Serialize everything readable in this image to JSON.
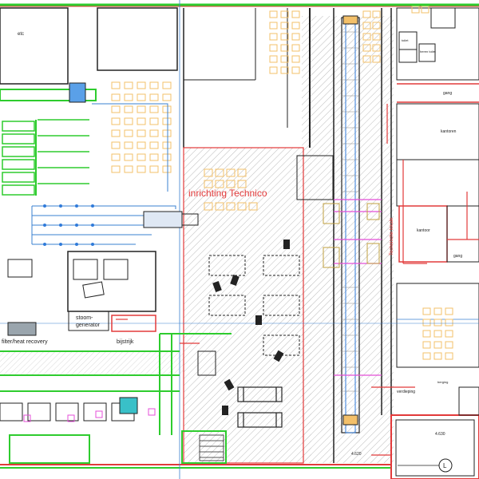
{
  "labels": {
    "room_title": "inrichting Technico",
    "filter": "filter/heat recovery",
    "stoom1": "stoom-",
    "stoom2": "generator",
    "bijstrijk": "bijstrijk",
    "kantoren": "kantoren",
    "kantoor": "kantoor",
    "gang_top": "gang",
    "gang_right": "gang",
    "toilet": "toilet",
    "heren_toilet": "heren toilet",
    "berging": "berging",
    "vertical": "Technische lokale",
    "verdieping": "verdieping",
    "l_marker": "L",
    "dim_left": "4.620",
    "dim_right": "4.630",
    "etc": "etc"
  },
  "colors": {
    "wall_red": "#e23a3a",
    "structure": "#222222",
    "machine_green": "#2ecc2e",
    "rack_blue": "#2f7ad9",
    "chair_orange": "#f3c06a",
    "hatch": "#bdbdbd",
    "pink": "#e44fd8"
  }
}
